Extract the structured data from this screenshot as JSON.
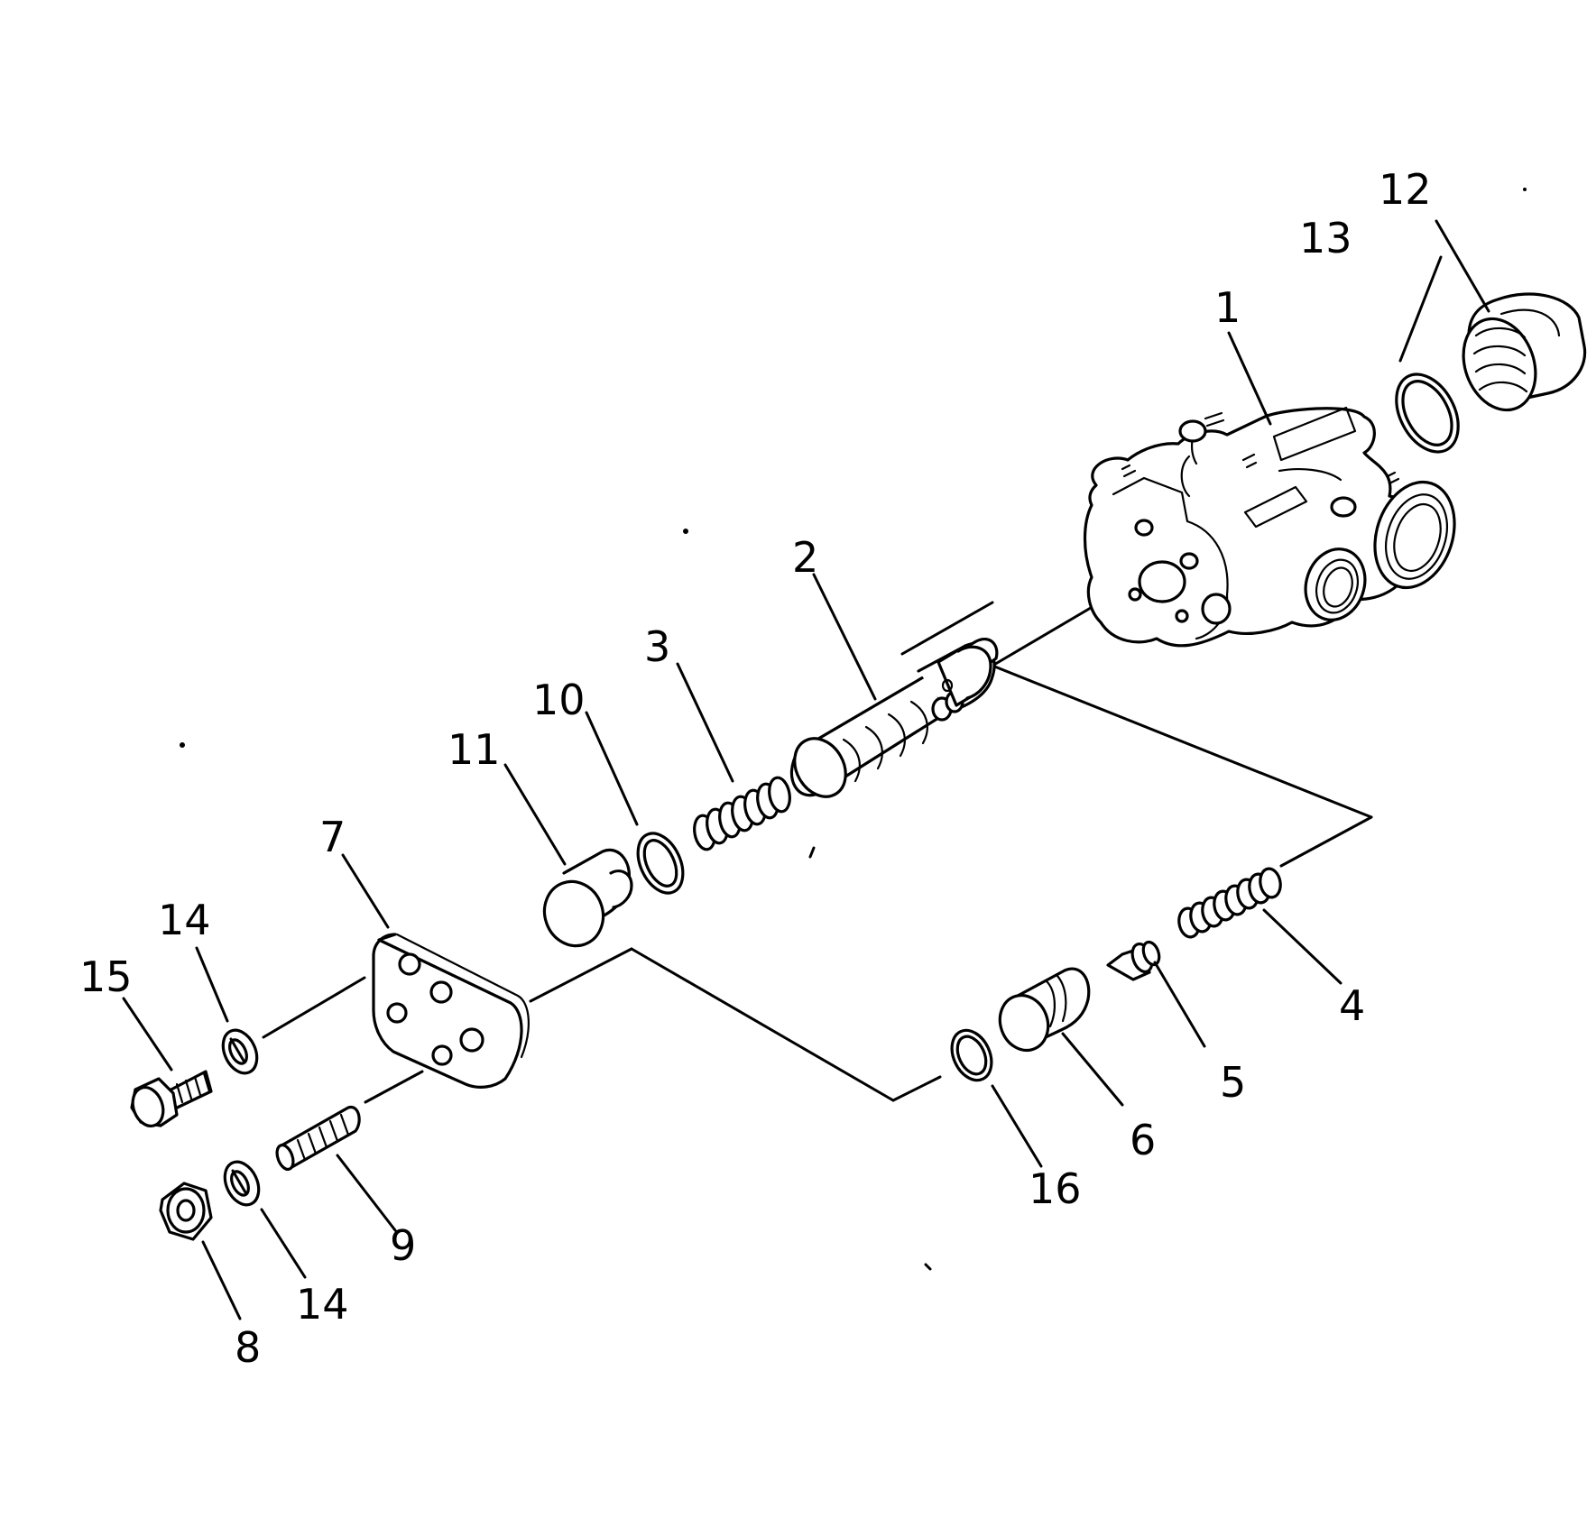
{
  "diagram": {
    "callouts": [
      {
        "id": "c1",
        "text": "1"
      },
      {
        "id": "c2",
        "text": "2"
      },
      {
        "id": "c3",
        "text": "3"
      },
      {
        "id": "c4",
        "text": "4"
      },
      {
        "id": "c5",
        "text": "5"
      },
      {
        "id": "c6",
        "text": "6"
      },
      {
        "id": "c7",
        "text": "7"
      },
      {
        "id": "c8",
        "text": "8"
      },
      {
        "id": "c9",
        "text": "9"
      },
      {
        "id": "c10",
        "text": "10"
      },
      {
        "id": "c11",
        "text": "11"
      },
      {
        "id": "c12",
        "text": "12"
      },
      {
        "id": "c13",
        "text": "13"
      },
      {
        "id": "c14a",
        "text": "14"
      },
      {
        "id": "c14b",
        "text": "14"
      },
      {
        "id": "c15",
        "text": "15"
      },
      {
        "id": "c16",
        "text": "16"
      }
    ]
  }
}
